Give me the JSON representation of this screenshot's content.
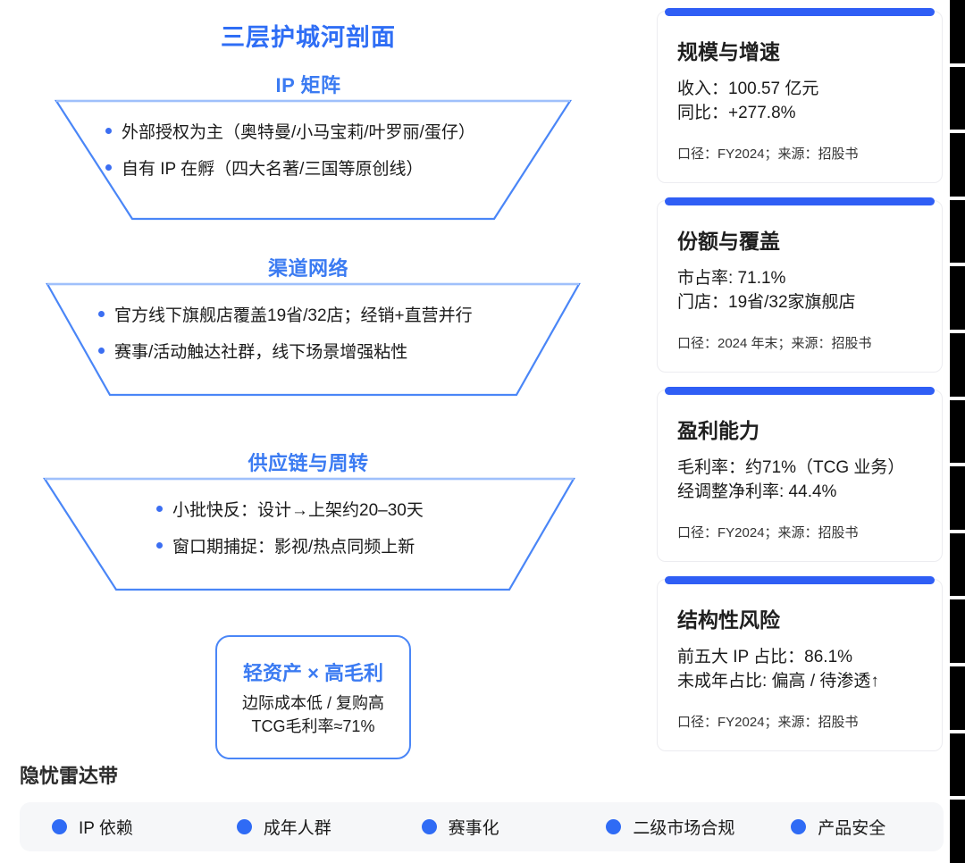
{
  "main_title": "三层护城河剖面",
  "accent": {
    "title_blue": "#2f6ef5",
    "layer_blue": "#3b7bf2",
    "card_bar_blue": "#2f5ef5",
    "dot_blue": "#2f6bf5",
    "funnel_stroke": "#4a86f7",
    "band_bg": "#f6f7f9"
  },
  "layers": [
    {
      "title": "IP 矩阵",
      "bullets": [
        "外部授权为主（奥特曼/小马宝莉/叶罗丽/蛋仔）",
        "自有 IP 在孵（四大名著/三国等原创线）"
      ]
    },
    {
      "title": "渠道网络",
      "bullets": [
        "官方线下旗舰店覆盖19省/32店；经销+直营并行",
        "赛事/活动触达社群，线下场景增强粘性"
      ]
    },
    {
      "title": "供应链与周转",
      "bullets": [
        "小批快反：设计→上架约20–30天",
        "窗口期捕捉：影视/热点同频上新"
      ]
    }
  ],
  "callout": {
    "title": "轻资产 × 高毛利",
    "line1": "边际成本低 / 复购高",
    "line2": "TCG毛利率≈71%"
  },
  "cards": [
    {
      "title": "规模与增速",
      "metric1": "收入：100.57 亿元",
      "metric2": "同比：+277.8%",
      "note": "口径：FY2024；来源：招股书"
    },
    {
      "title": "份额与覆盖",
      "metric1": "市占率: 71.1%",
      "metric2": "门店：19省/32家旗舰店",
      "note": "口径：2024 年末；来源：招股书"
    },
    {
      "title": "盈利能力",
      "metric1": "毛利率：约71%（TCG 业务）",
      "metric2": "经调整净利率: 44.4%",
      "note": "口径：FY2024；来源：招股书"
    },
    {
      "title": "结构性风险",
      "metric1": "前五大 IP 占比：86.1%",
      "metric2": "未成年占比: 偏高 / 待渗透↑",
      "note": "口径：FY2024；来源：招股书"
    }
  ],
  "radar": {
    "heading": "隐忧雷达带",
    "items": [
      "IP 依赖",
      "成年人群",
      "赛事化",
      "二级市场合规",
      "产品安全"
    ]
  }
}
